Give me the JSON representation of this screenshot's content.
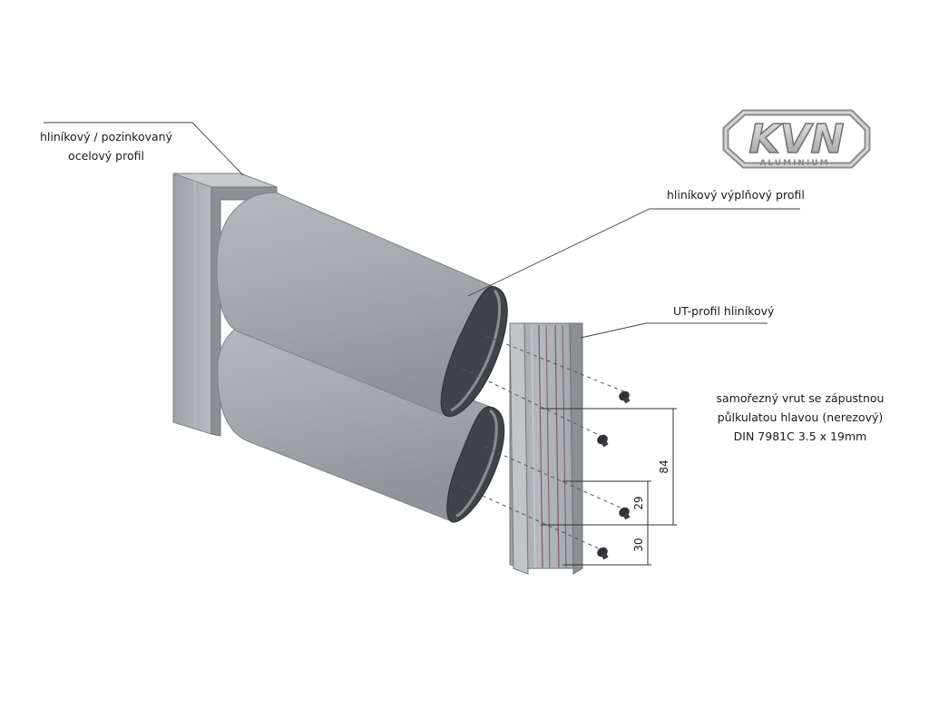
{
  "logo": {
    "brand": "KVN",
    "subtitle": "ALUMINIUM"
  },
  "labels": {
    "steel_profile": [
      "hliníkový / pozinkovaný",
      "ocelový profil"
    ],
    "fill_profile": "hliníkový výplňový profil",
    "ut_profile": "UT-profil hliníkový",
    "screw": [
      "samořezný vrut se zápustnou",
      "půlkulatou hlavou (nerezový)",
      "DIN 7981C 3.5 x 19mm"
    ]
  },
  "dimensions": {
    "d84": "84",
    "d29": "29",
    "d30": "30"
  },
  "colors": {
    "profile": "#a7abaf",
    "profile_dark": "#6f747a",
    "line": "#444444"
  }
}
